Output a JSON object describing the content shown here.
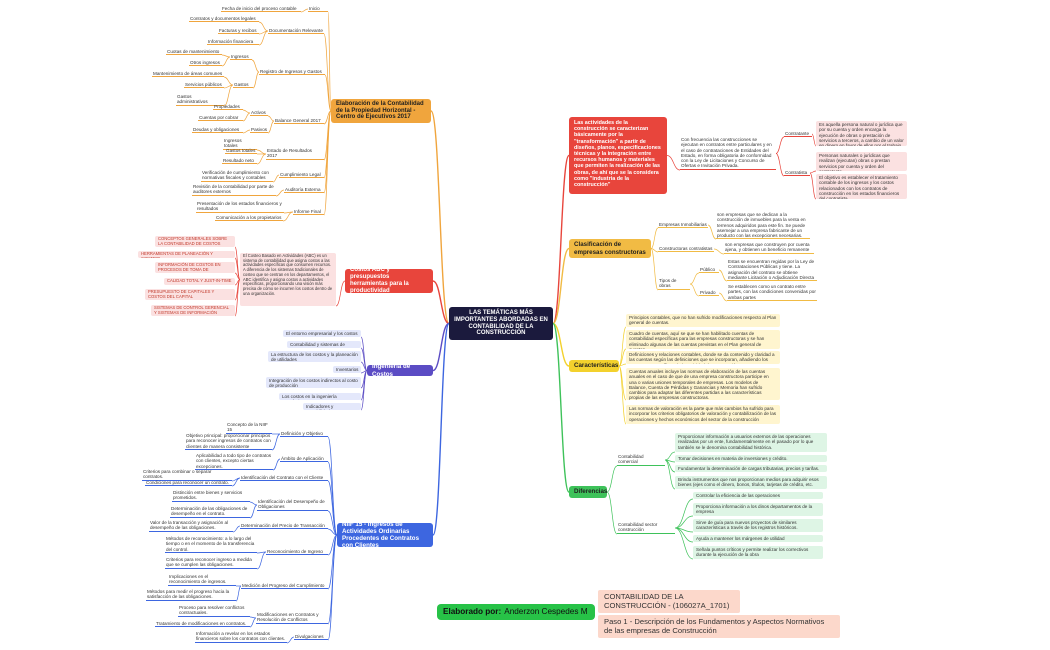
{
  "center": "LAS TEMÁTICAS MÁS IMPORTANTES ABORDADAS EN CONTABILIDAD DE LA CONSTRUCCIÓN",
  "elaboracion": {
    "title": "Elaboración de la Contabilidad de la Propiedad Horizontal - Centro de Ejecutivos 2017",
    "inicio": "Inicio",
    "fecha": "Fecha de inicio del proceso contable",
    "doc_rel": "Documentación Relevante",
    "contratos": "Contratos y documentos legales",
    "facturas": "Facturas y recibos",
    "info_fin": "Información financiera",
    "registro": "Registro de Ingresos y Gastos",
    "ingresos": "Ingresos",
    "cuotas": "Cuotas de mantenimiento",
    "otros_ing": "Otros ingresos",
    "gastos": "Gastos",
    "mant": "Mantenimiento de áreas comunes",
    "servicios": "Servicios públicos",
    "gastos_adm": "Gastos administrativos",
    "balance": "Balance General 2017",
    "activos": "Activos",
    "propiedades": "Propiedades",
    "cuentas_cobrar": "Cuentas por cobrar",
    "pasivos": "Pasivos",
    "deudas": "Deudas y obligaciones",
    "estado": "Estado de Resultados 2017",
    "ing_tot": "Ingresos totales",
    "gas_tot": "Gastos totales",
    "res_neto": "Resultado neto",
    "cumpl": "Cumplimiento Legal",
    "verif": "Verificación de cumplimiento con normativas fiscales y contables",
    "auditoria": "Auditoría Externa",
    "revision": "Revisión de la contabilidad por parte de auditores externos",
    "informe": "Informe Final",
    "present": "Presentación de los estados financieros y resultados",
    "comunic": "Comunicación a los propietarios"
  },
  "abc": {
    "title": "Costos ABC y presupuestos herramientas para la productividad",
    "desc": "El Costeo Basado en Actividades (ABC) es un sistema de contabilidad que asigna costos a las actividades específicas que consumen recursos. A diferencia de los sistemas tradicionales de costeo que se centran en los departamentos, el ABC identifica y asigna costos a actividades específicas, proporcionando una visión más precisa de cómo se incurren los costos dentro de una organización.",
    "items": [
      "CONCEPTOS GENERALES SOBRE LA CONTABILIDAD DE COSTOS",
      "HERRAMIENTAS DE PLANEACIÓN Y CONTROL",
      "INFORMACIÓN DE COSTOS EN PROCESOS DE TOMA DE DECISIONES",
      "CALIDAD TOTAL Y JUST-IN-TIME",
      "PRESUPUESTO DE CAPITALES Y COSTOS DEL CAPITAL",
      "SISTEMAS DE CONTROL GERENCIAL Y SISTEMAS DE INFORMACIÓN"
    ]
  },
  "ingenieria": {
    "title": "Ingeniería de Costos",
    "items": [
      "El entorno empresarial y los costos",
      "Contabilidad y sistemas de costos",
      "La estructura de los costos y la planeación de utilidades",
      "Inventarios",
      "Integración de los costos indirectos al costo de producción",
      "Los costos en la ingeniería económica",
      "Indicadores y rentabilidad"
    ]
  },
  "niif": {
    "title": "NIIF 15 - Ingresos de Actividades Ordinarias Procedentes de Contratos con Clientes",
    "def": "Definición y Objetivo",
    "def_a": "Concepto de la NIIF 15",
    "def_b": "Objetivo principal: proporcionar principios para reconocer ingresos de contratos con clientes de manera consistente",
    "ambito": "Ámbito de Aplicación",
    "ambito_a": "Aplicabilidad a todo tipo de contratos con clientes, excepto ciertas excepciones.",
    "ident": "Identificación del Contrato con el Cliente",
    "ident_a": "Criterios para combinar o separar contratos.",
    "ident_b": "Condiciones para reconocer un contrato.",
    "oblig": "Identificación del Desempeño de Obligaciones",
    "oblig_a": "Distinción entre bienes y servicios prometidos.",
    "oblig_b": "Determinación de las obligaciones de desempeño en el contrato.",
    "precio": "Determinación del Precio de Transacción",
    "precio_a": "Valor de la transacción y asignación al desempeño de las obligaciones.",
    "recon": "Reconocimiento de Ingreso",
    "recon_a": "Métodos de reconocimiento: a lo largo del tiempo o en el momento de la transferencia del control.",
    "recon_b": "Criterios para reconocer ingreso a medida que se cumplen las obligaciones.",
    "medic": "Medición del Progreso del Cumplimiento",
    "medic_a": "Implicaciones en el reconocimiento de ingresos.",
    "medic_b": "Métodos para medir el progreso hacia la satisfacción de las obligaciones.",
    "modif": "Modificaciones en Contratos y Resolución de Conflictos",
    "modif_a": "Proceso para resolver conflictos contractuales.",
    "modif_b": "Tratamiento de modificaciones en contratos.",
    "divulg": "Divulgaciones",
    "divulg_a": "Información a revelar en los estados financieros sobre los contratos con clientes."
  },
  "actividades": {
    "title": "Las actividades de la construcción se caracterizan básicamente por la \"transformación\" a partir de diseños, planos, especificaciones técnicas y la integración entre recursos humanos y materiales que permiten la realización de las obras, de ahí que se la considera como \"industria de la construcción\"",
    "desc": "Con frecuencia las construcciones se ejecutan en contratos entre particulares y en el caso de contrataciones de Entidades del Estado, en forma obligatoria de conformidad con la Ley de Licitaciones y Concurso de Ofertas e Invitación Privada.",
    "contratante": "Contratante",
    "contratante_a": "Es aquella persona natural o jurídica que por su cuenta y orden encarga la ejecución de obras o prestación de servicios a terceros, a cambio de un valor en dinero en favor de ellos por el trabajo de la obra",
    "contratista": "Contratista",
    "contratista_a": "Personas naturales o jurídicas que realizan (ejecutan) obras o prestan servicios por cuenta y orden del contratante.",
    "contratista_b": "El objetivo es establecer el tratamiento contable de los ingresos y los costos relacionados con los contratos de construcción en los estados financieros del contratista"
  },
  "clasif": {
    "title": "Clasificación de empresas constructoras",
    "inmob": "Empresas Inmobiliarias",
    "inmob_a": "son empresas que se dedican a la construcción de inmuebles para la venta en terrenos adquiridos para este fin. Se puede asemejar a una empresa fabricante de un producto con las excepciones necesarias.",
    "contr": "Constructoras contratistas",
    "contr_a": "son empresas que construyen por cuenta ajena, y obtienen un beneficio remanente",
    "tipo": "Tipos de obras",
    "publico": "Público",
    "publico_a": "Estas se encuentran regidas por la Ley de Contrataciones Públicas y tiene. La asignación del contrato se obtiene mediante Licitación o Adjudicación Directa",
    "privado": "Privado",
    "privado_a": "Se establecen como un contrato entre partes, con las condiciones convenidas por ambas partes"
  },
  "caract": {
    "title": "Características",
    "items": [
      "Principios contables, que no han sufrido modificaciones respecto al Plan general de cuentas.",
      "Cuadro de cuentas, aquí se que se han habilitado cuentas de contabilidad específicas para las empresas constructoras y se han eliminado algunas de las cuentas previstas en el Plan general de cuentas.",
      "Definiciones y relaciones contables, donde se da contenido y claridad a las cuentas según las definiciones que se incorporan, añadiendo los conceptos específicos de la actividad de construcción.",
      "Cuentas anuales incluye las normas de elaboración de las cuentas anuales en el caso de que de una empresa constructora participe en una o varias uniones temporales de empresas. Los modelos de Balance, Cuenta de Pérdidas y Ganancias y Memoria han sufrido cambios para adaptar las diferentes partidas a las características propias de las empresas constructoras.",
      "Las normas de valoración es la parte que más cambios ha sufrido para incorporar los criterios obligatorios de valoración y contabilización de las operaciones y hechos económicos del sector de la construcción"
    ]
  },
  "difer": {
    "title": "Diferencias",
    "comercial": "Contabilidad comercial",
    "comercial_items": [
      "Proporcionar información a usuarios externos de las operaciones realizadas por un ente, fundamentalmente en el pasado por lo que también se le denomina contabilidad histórica.",
      "Tomar decisiones en materia de inversiones y crédito.",
      "Fundamentar la determinación de cargas tributarias, precios y tarifas.",
      "Brinda instrumentos que nos proporcionan medios para adquirir esos bienes (ejes como el dinero, bonos, títulos, tarjetas de crédito, etc."
    ],
    "sector": "Contabilidad sector construcción",
    "sector_items": [
      "Controlar la eficiencia de las operaciones",
      "Proporciona información a los dinos departamentos de la empresa",
      "Sirve de guía para nuevos proyectos de similares características a través de los registros históricos.",
      "Ayuda a mantener los márgenes de utilidad",
      "Señala puntos críticos y permite realizar los correctivos durante la ejecución de la obra"
    ]
  },
  "footer": {
    "author_label": "Elaborado por:",
    "author": "Anderzon Cespedes M",
    "course": "CONTABILIDAD DE LA CONSTRUCCIÓN - (106027A_1701)",
    "phase": "Paso 1 - Descripción de los Fundamentos y Aspectos Normativos de las empresas de Construcción"
  },
  "colors": {
    "orange": "#f0a53d",
    "red": "#e8453c",
    "amber": "#f1bb44",
    "yellow": "#f3d12d",
    "green": "#3ec25a",
    "blue": "#3d66e0",
    "purple": "#5b4cc4",
    "center": "#1b1a3d"
  }
}
